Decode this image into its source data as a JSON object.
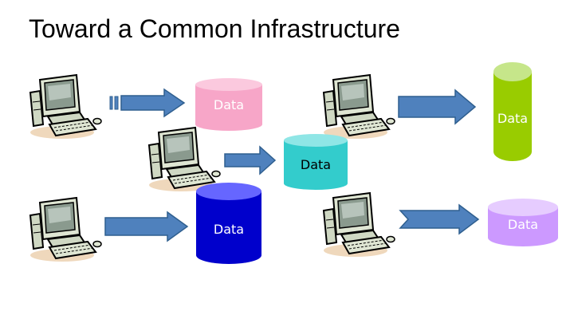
{
  "slide": {
    "title": "Toward a Common Infrastructure"
  },
  "databases": [
    {
      "label": "Data",
      "body_color": "#f7a6c8",
      "top_color": "#fbc9de",
      "label_color": "#ffffff"
    },
    {
      "label": "Data",
      "body_color": "#99cc00",
      "top_color": "#c6e68a",
      "label_color": "#ffffff"
    },
    {
      "label": "Data",
      "body_color": "#33cccc",
      "top_color": "#8fe6e6",
      "label_color": "#000000"
    },
    {
      "label": "Data",
      "body_color": "#0000cc",
      "top_color": "#6666ff",
      "label_color": "#ffffff"
    },
    {
      "label": "Data",
      "body_color": "#cc99ff",
      "top_color": "#e6ccff",
      "label_color": "#ffffff"
    }
  ],
  "arrows": [
    {
      "style": "striped",
      "color": "#4f81bd"
    },
    {
      "style": "plain",
      "color": "#4f81bd"
    },
    {
      "style": "plain",
      "color": "#4f81bd"
    },
    {
      "style": "plain",
      "color": "#4f81bd"
    },
    {
      "style": "notched",
      "color": "#4f81bd"
    }
  ],
  "computers": [
    {
      "icon": "computer-icon"
    },
    {
      "icon": "computer-icon"
    },
    {
      "icon": "computer-icon"
    },
    {
      "icon": "computer-icon"
    },
    {
      "icon": "computer-icon"
    }
  ]
}
